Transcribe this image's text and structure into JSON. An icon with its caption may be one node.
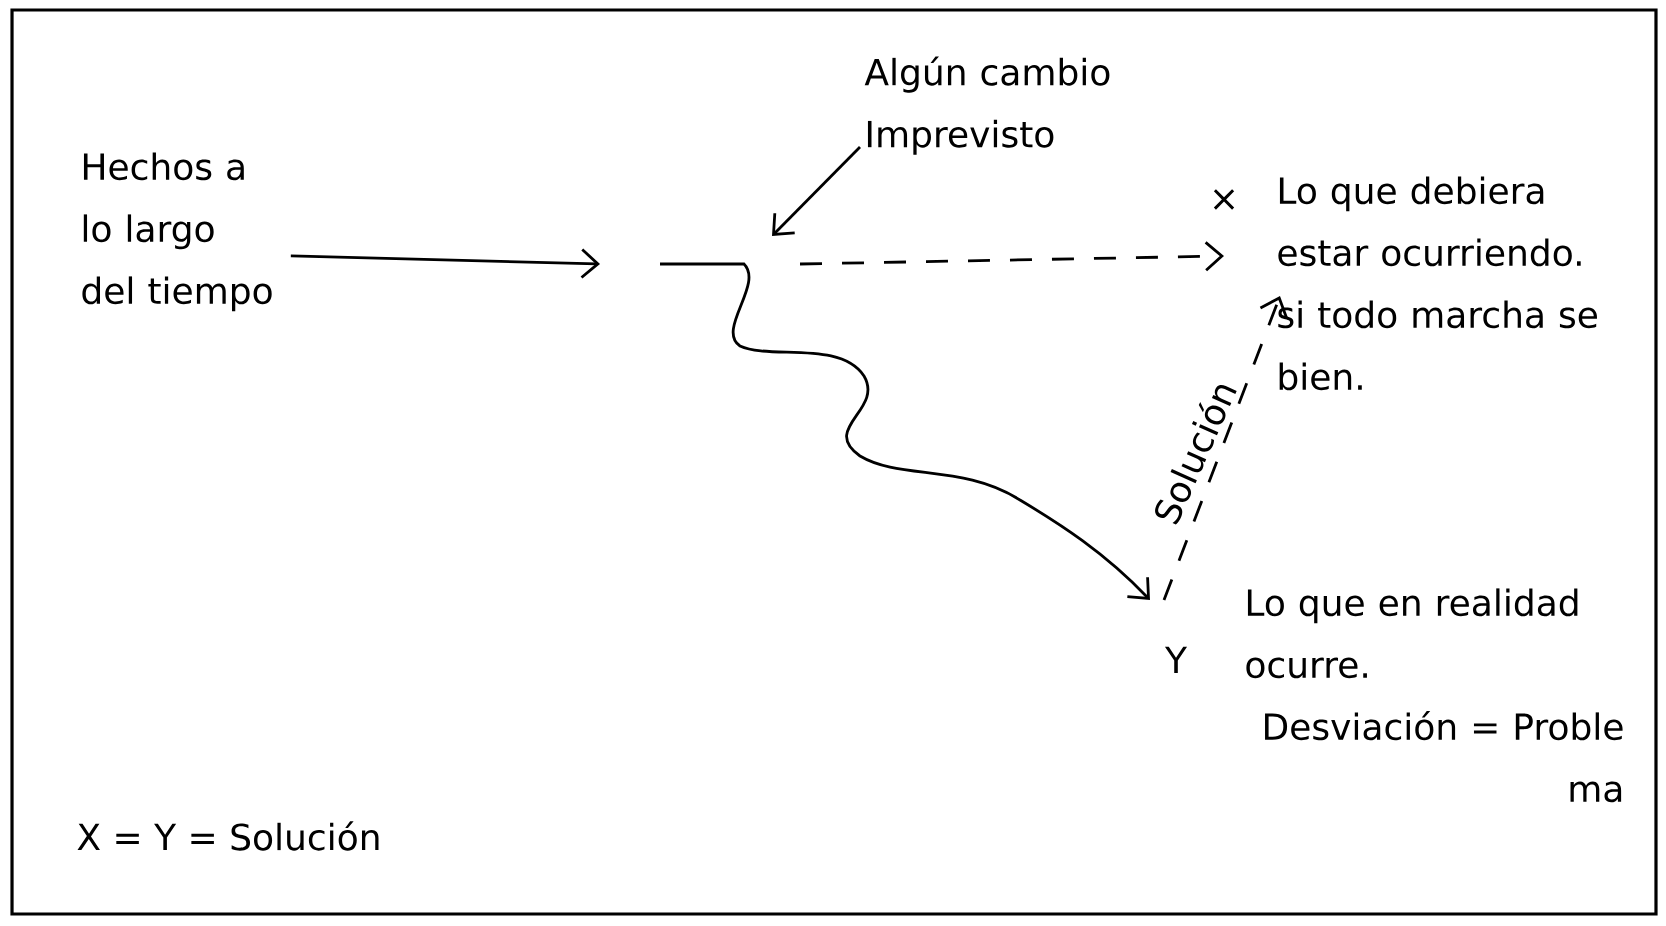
{
  "diagram": {
    "nodes": [
      {
        "text": [
          "Hechos a lo largo del tiempo"
        ]
      },
      {
        "text": [
          "Algún cambio Imprevisto"
        ]
      },
      {
        "text": [
          "Lo que debiera estar ocurriendo. si todo marcha se bien."
        ]
      },
      {
        "text": [
          "Lo que en realidad ocurre.",
          "Desviación = Proble ma"
        ]
      }
    ],
    "edges": [
      {
        "from": 0,
        "to": null,
        "arrow": "to"
      },
      {
        "from": null,
        "to": 2,
        "arrow": "to",
        "style": "dashed"
      },
      {
        "from": 1,
        "to": null,
        "arrow": "to"
      },
      {
        "from": null,
        "to": 3,
        "arrow": "to"
      },
      {
        "from": 3,
        "to": 2,
        "arrow": "to",
        "style": "dashed",
        "label": "Solución"
      }
    ],
    "labels": [
      "×",
      "Y",
      "X = Y = Solución"
    ]
  }
}
